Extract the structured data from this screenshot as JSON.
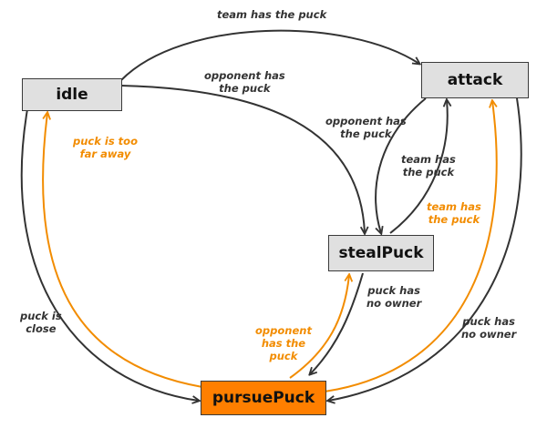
{
  "colors": {
    "default_arrow": "#333333",
    "active_arrow": "#f28c00",
    "state_fill": "#e0e0e0",
    "active_fill": "#ff7f00"
  },
  "states": {
    "idle": "idle",
    "attack": "attack",
    "stealPuck": "stealPuck",
    "pursuePuck": "pursuePuck"
  },
  "labels": {
    "idle_to_attack": "team has the puck",
    "idle_to_steal": "opponent has\nthe puck",
    "attack_to_steal": "opponent has\nthe puck",
    "steal_to_attack": "team  has\nthe  puck",
    "pursue_to_idle": "puck is too\nfar away",
    "pursue_to_attack": "team has\nthe puck",
    "steal_to_pursue": "puck has\nno owner",
    "pursue_to_steal": "opponent\nhas the\npuck",
    "idle_to_pursue": "puck is\nclose",
    "attack_to_pursue": "puck has\nno owner"
  }
}
